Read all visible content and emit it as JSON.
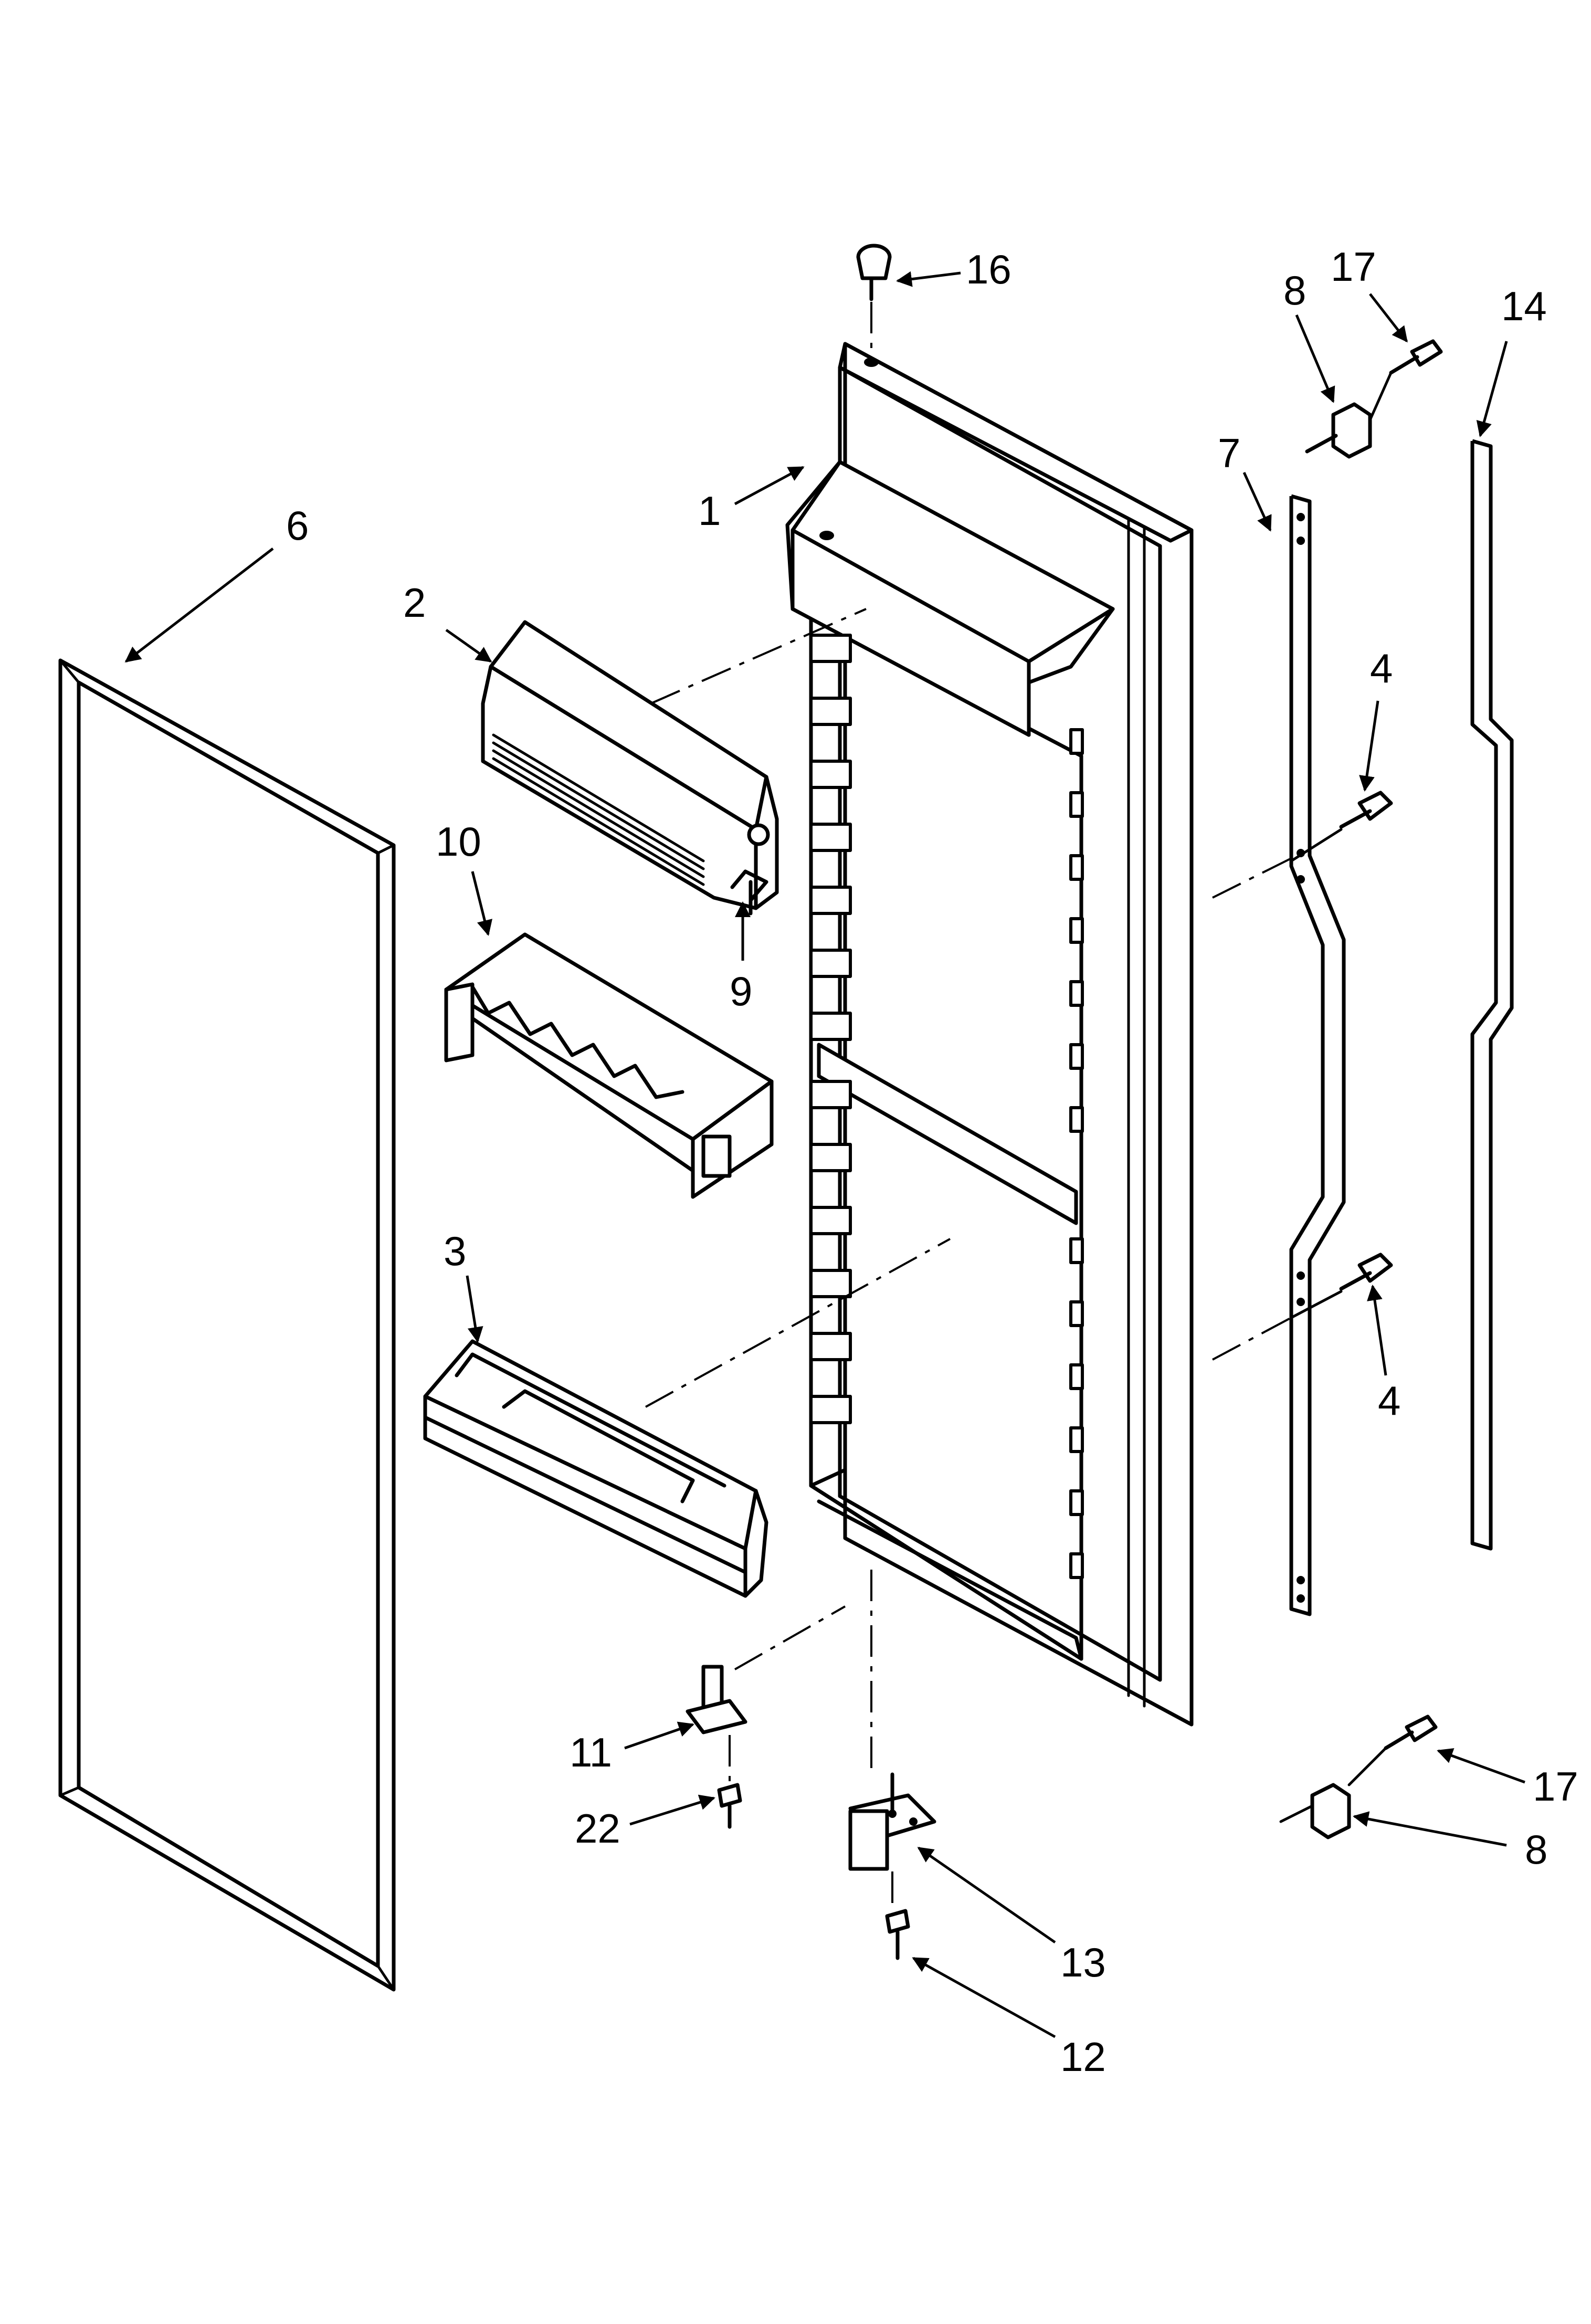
{
  "callouts": {
    "c1": "1",
    "c2": "2",
    "c3": "3",
    "c4_upper": "4",
    "c4_lower": "4",
    "c6": "6",
    "c7": "7",
    "c8_upper": "8",
    "c8_lower": "8",
    "c9": "9",
    "c10": "10",
    "c11": "11",
    "c12": "12",
    "c13": "13",
    "c14": "14",
    "c16": "16",
    "c17_upper": "17",
    "c17_lower": "17",
    "c22": "22"
  }
}
